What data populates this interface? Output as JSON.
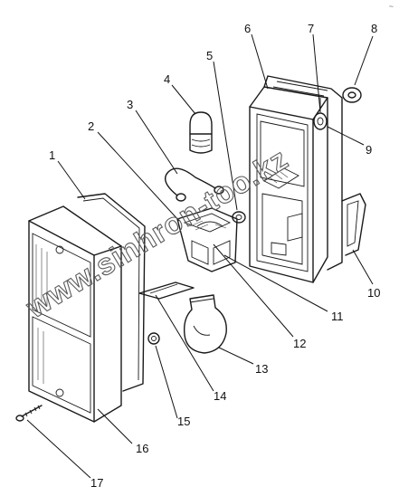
{
  "watermark": "www.sinhron-too.kz",
  "corner_mark": "~",
  "callouts": [
    "1",
    "2",
    "3",
    "4",
    "5",
    "6",
    "7",
    "8",
    "9",
    "10",
    "11",
    "12",
    "13",
    "14",
    "15",
    "16",
    "17"
  ]
}
